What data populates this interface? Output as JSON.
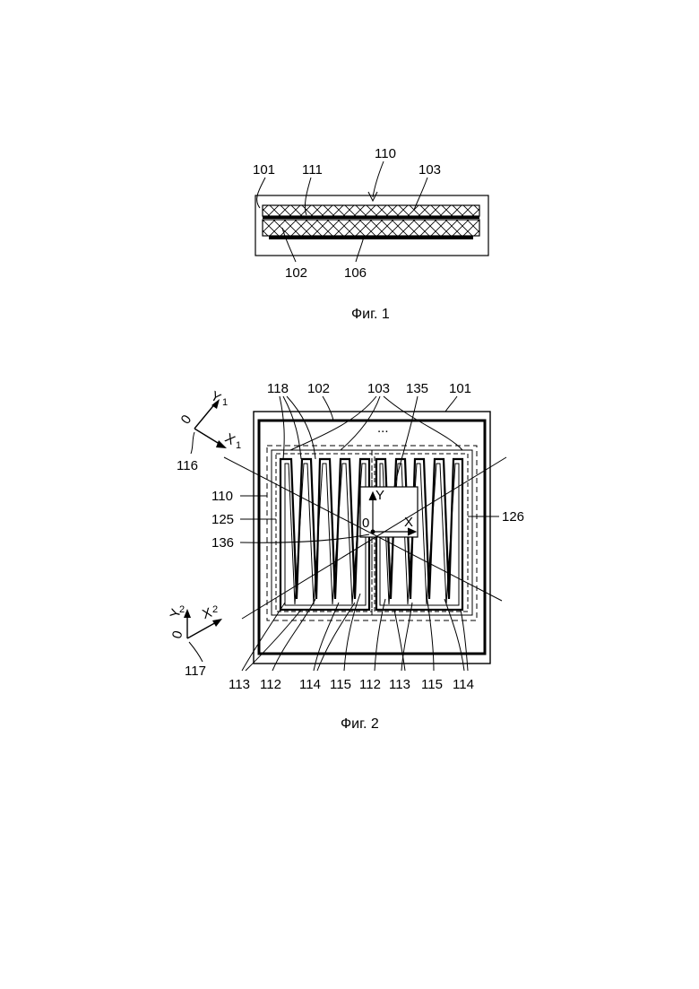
{
  "fig1": {
    "caption": "Фиг. 1",
    "labels": {
      "l101": "101",
      "l111": "111",
      "l110": "110",
      "l103": "103",
      "l102": "102",
      "l106": "106"
    }
  },
  "fig2": {
    "caption": "Фиг. 2",
    "dots": "...",
    "labels": {
      "l118": "118",
      "l102": "102",
      "l103": "103",
      "l135": "135",
      "l101": "101",
      "l110": "110",
      "l125": "125",
      "l126": "126",
      "l136": "136",
      "l116": "116",
      "l117": "117",
      "b113a": "113",
      "b112a": "112",
      "b114a": "114",
      "b115a": "115",
      "b112b": "112",
      "b113b": "113",
      "b115b": "115",
      "b114b": "114"
    },
    "axes": {
      "origin": "0",
      "y": "Y",
      "x": "X",
      "y1": "Y",
      "x1": "X",
      "sub1": "1",
      "y2": "Y",
      "x2": "X",
      "sub2": "2",
      "o1": "0",
      "o2": "0"
    }
  }
}
